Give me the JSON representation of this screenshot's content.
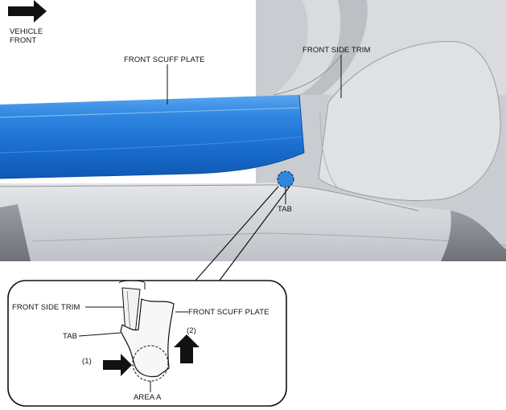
{
  "direction": {
    "arrow_icon": "right-arrow-icon",
    "line1": "VEHICLE",
    "line2": "FRONT"
  },
  "labels": {
    "front_scuff_plate": "FRONT SCUFF PLATE",
    "front_side_trim": "FRONT SIDE TRIM",
    "tab": "TAB"
  },
  "inset": {
    "front_side_trim": "FRONT SIDE TRIM",
    "front_scuff_plate": "FRONT SCUFF PLATE",
    "tab": "TAB",
    "step1": "(1)",
    "step2": "(2)",
    "area": "AREA A"
  },
  "colors": {
    "scuff_plate_blue": "#1e74d4",
    "trim_gray": "#cfd2d6",
    "outline": "#1a1a1a"
  }
}
